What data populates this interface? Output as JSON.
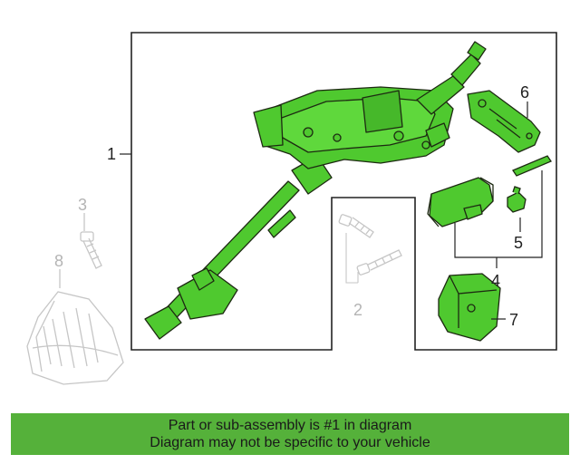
{
  "callouts": {
    "c1": "1",
    "c2": "2",
    "c3": "3",
    "c4": "4",
    "c5": "5",
    "c6": "6",
    "c7": "7",
    "c8": "8"
  },
  "banner": {
    "line1": "Part or sub-assembly is #1 in diagram",
    "line2": "Diagram may not be specific to your vehicle"
  },
  "colors": {
    "part_fill": "#4fc92f",
    "part_stroke": "#1d2a12",
    "ghost_stroke": "#c4c4c4",
    "banner_bg": "#55b13a"
  }
}
